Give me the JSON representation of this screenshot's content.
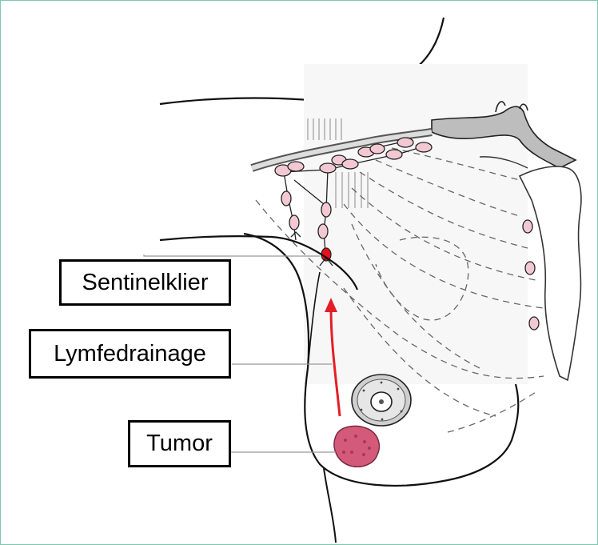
{
  "labels": {
    "sentinel": "Sentinelklier",
    "drainage": "Lymfedrainage",
    "tumor": "Tumor"
  },
  "colors": {
    "frame": "#7fc8b0",
    "node_fill": "#f2c9d3",
    "sentinel_node": "#e8101a",
    "arrow": "#e41e26",
    "tumor": "#d45a7a",
    "skin_gray": "#c8c8c8"
  }
}
